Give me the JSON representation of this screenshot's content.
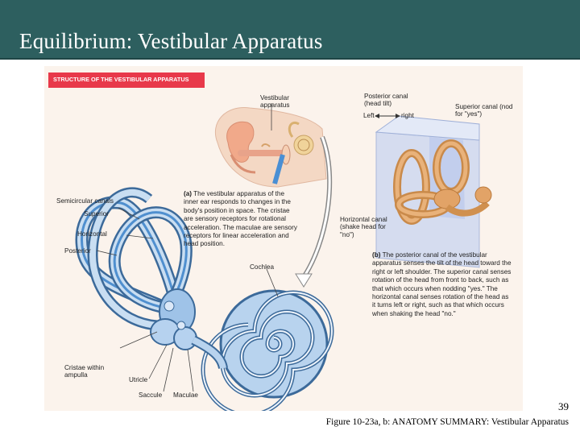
{
  "slide": {
    "title": "Equilibrium: Vestibular Apparatus",
    "page_number": "39",
    "footer": "Figure 10-23a, b: ANATOMY SUMMARY: Vestibular Apparatus"
  },
  "figure": {
    "banner": "STRUCTURE OF THE VESTIBULAR APPARATUS",
    "labels": {
      "vestibular_apparatus": "Vestibular apparatus",
      "posterior_canal": "Posterior canal (head tilt)",
      "left": "Left",
      "right": "right",
      "superior_canal": "Superior canal (nod for \"yes\")",
      "semicircular_canals": "Semicircular canals",
      "superior": "Superior",
      "horizontal": "Horizontal",
      "posterior": "Posterior",
      "cochlea": "Cochlea",
      "horizontal_canal": "Horizontal canal (shake head for \"no\")",
      "cristae": "Cristae within ampulla",
      "utricle": "Utricle",
      "saccule": "Saccule",
      "maculae": "Maculae"
    },
    "caption_a": {
      "tag": "(a)",
      "text": "The vestibular apparatus of the inner ear responds to changes in the body's position in space. The cristae are sensory receptors for rotational acceleration. The maculae are sensory receptors for linear acceleration and head position."
    },
    "caption_b": {
      "tag": "(b)",
      "text": "The posterior canal of the vestibular apparatus senses the tilt of the head toward the right or left shoulder. The superior canal senses rotation of the head from front to back, such as that which occurs when nodding \"yes.\" The horizontal canal senses rotation of the head as it turns left or right, such as that which occurs when shaking the head \"no.\""
    }
  }
}
